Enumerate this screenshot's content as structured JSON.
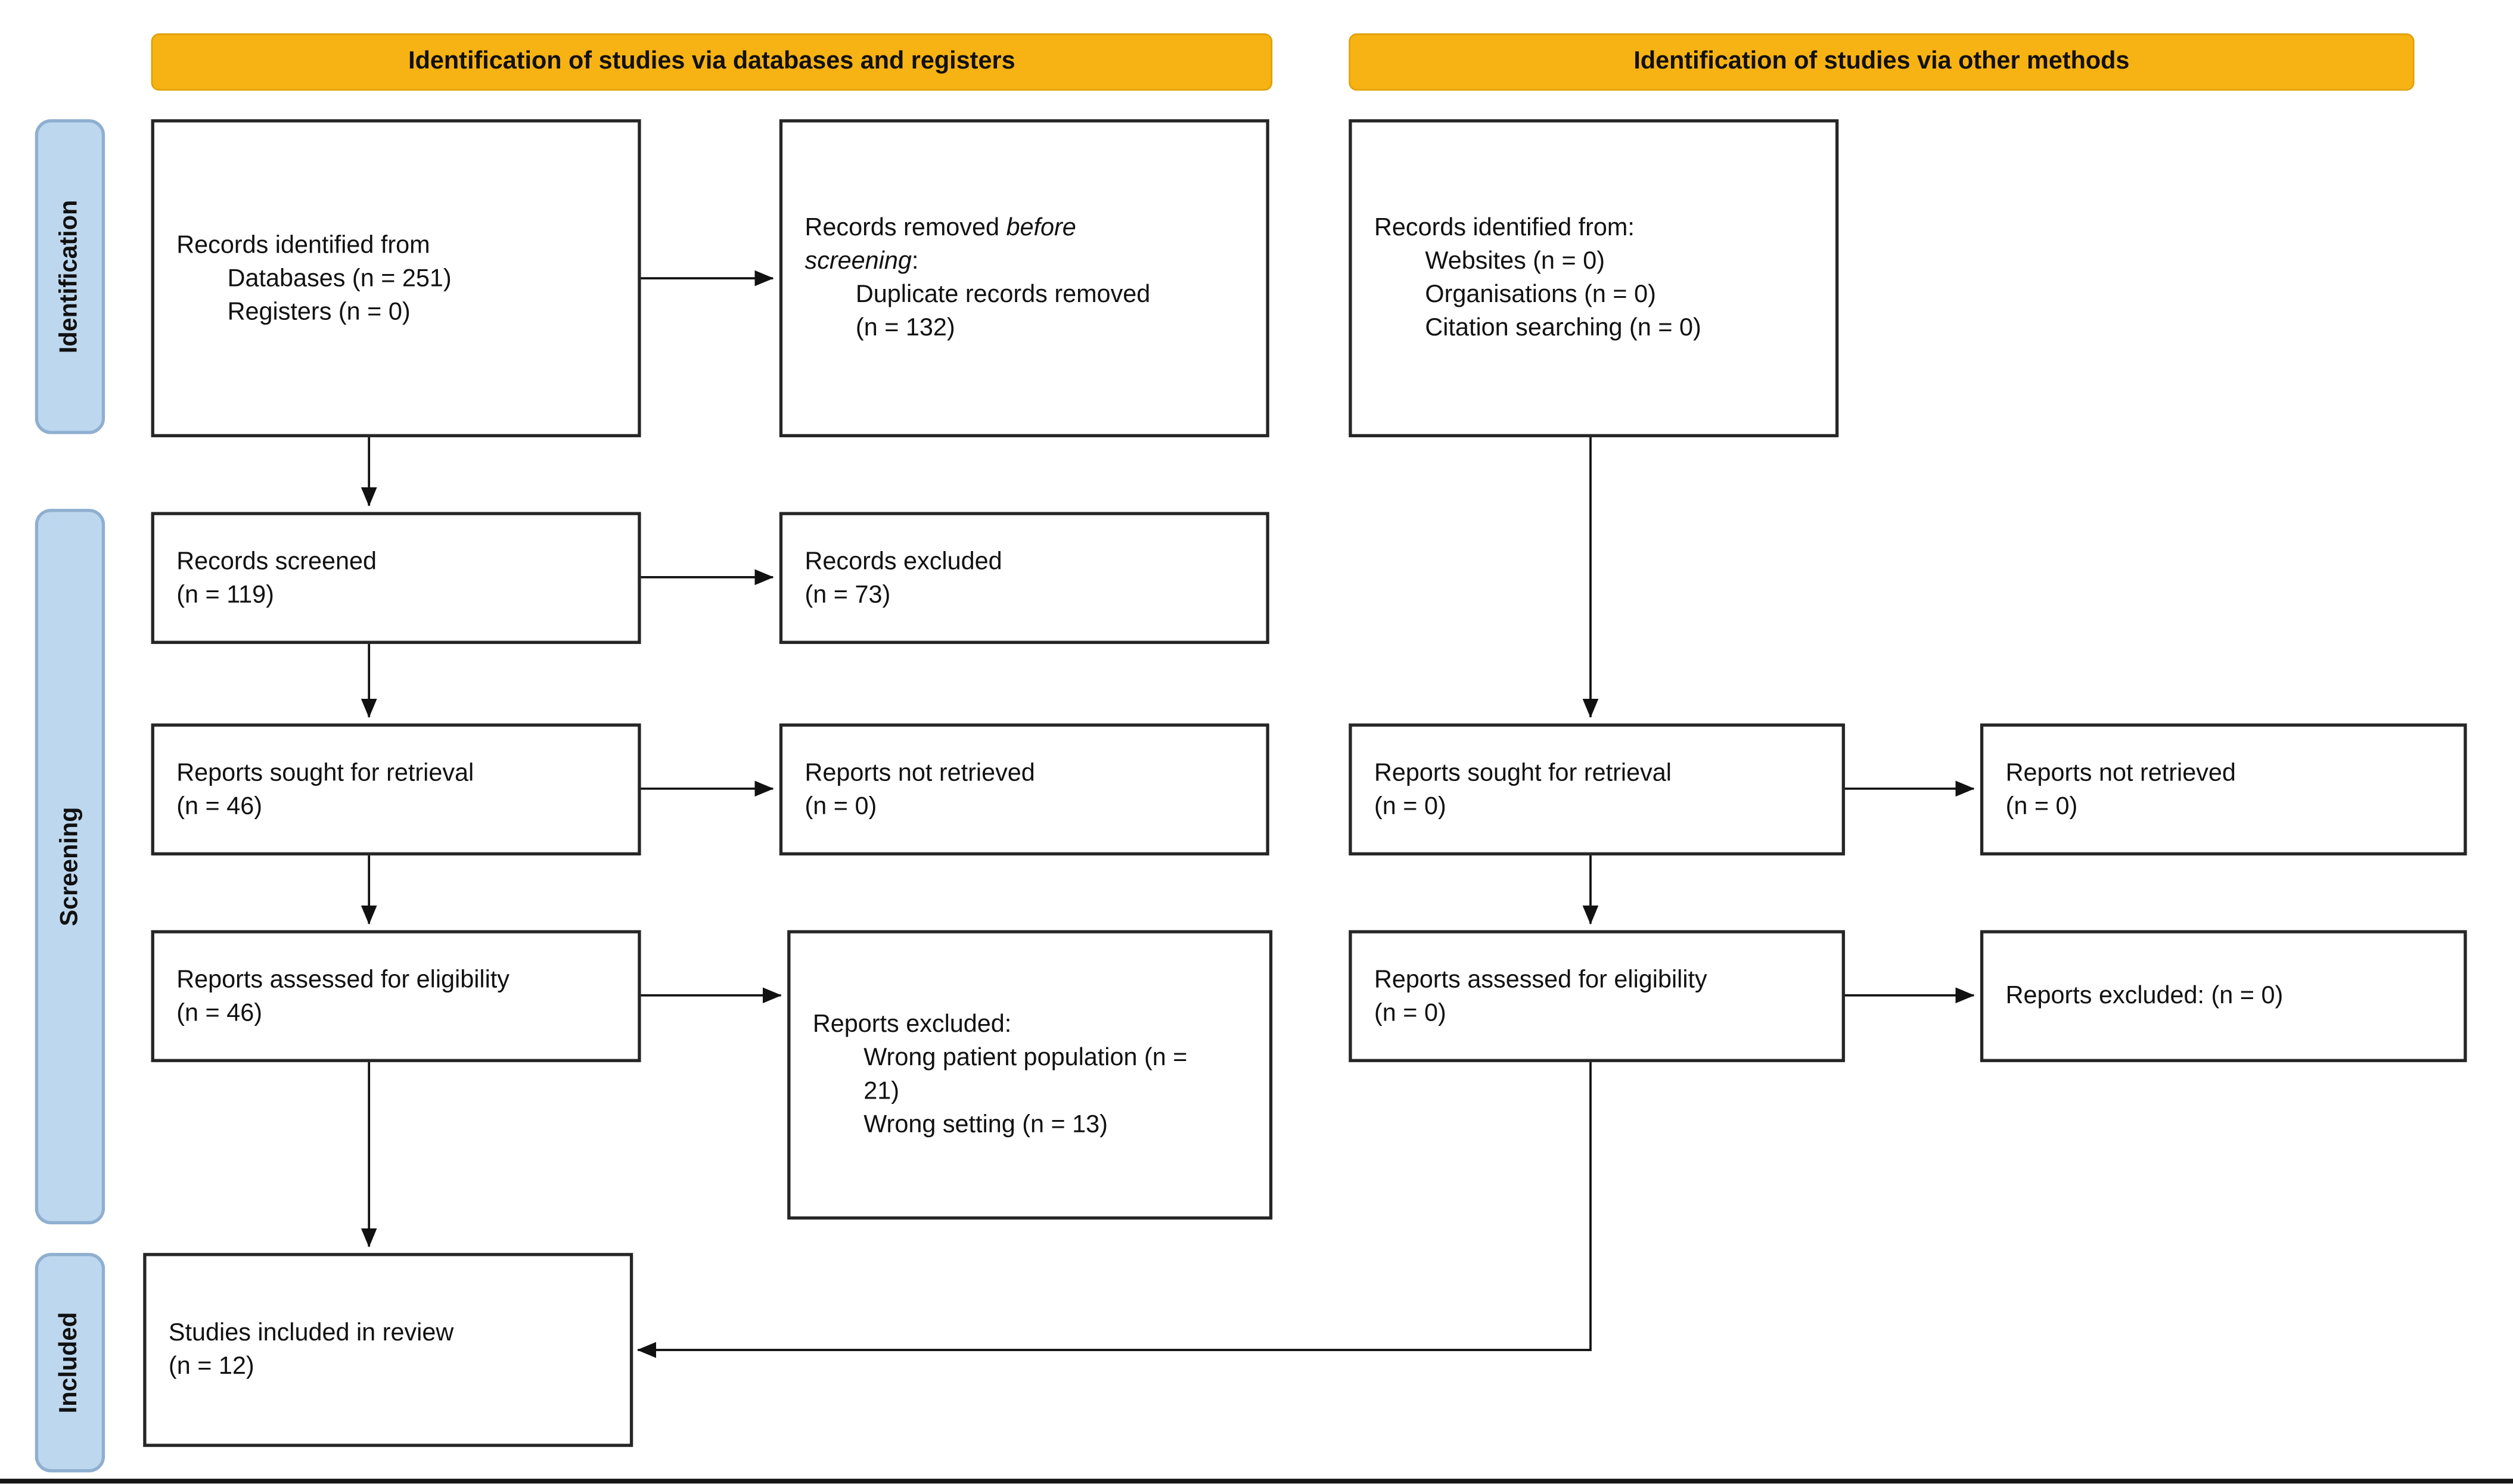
{
  "headers": {
    "databases": "Identification of studies via databases and registers",
    "other": "Identification of studies via other methods"
  },
  "stages": {
    "identification": "Identification",
    "screening": "Screening",
    "included": "Included"
  },
  "colors": {
    "banner_bg": "#F7B213",
    "stage_fill": "#BDD7EE",
    "stage_border": "#8FAFD0",
    "box_border": "#262626",
    "arrow": "#111111"
  },
  "boxes": {
    "records_identified_db": {
      "title": "Records identified from",
      "items": [
        "Databases (n = 251)",
        "Registers (n = 0)"
      ]
    },
    "records_removed": {
      "line1_text": "Records removed",
      "line1_italic": "before",
      "line2_italic": "screening",
      "line2_text": ":",
      "items": [
        "Duplicate records removed",
        "(n = 132)"
      ]
    },
    "records_screened": {
      "line1": "Records screened",
      "line2": "(n = 119)"
    },
    "records_excluded": {
      "line1": "Records excluded",
      "line2": "(n = 73)"
    },
    "reports_sought_db": {
      "line1": "Reports sought for retrieval",
      "line2": "(n = 46)"
    },
    "reports_not_retrieved_db": {
      "line1": "Reports not retrieved",
      "line2": "(n = 0)"
    },
    "reports_assessed_db": {
      "line1": "Reports assessed for eligibility",
      "line2": "(n = 46)"
    },
    "reports_excluded_db": {
      "title": "Reports excluded:",
      "items": [
        "Wrong patient population (n = 21)",
        "Wrong setting (n = 13)"
      ]
    },
    "studies_included": {
      "line1": "Studies included in review",
      "line2": "(n = 12)"
    },
    "records_identified_other": {
      "title": "Records identified from:",
      "items": [
        "Websites (n = 0)",
        "Organisations (n = 0)",
        "Citation searching (n = 0)"
      ]
    },
    "reports_sought_other": {
      "line1": "Reports sought for retrieval",
      "line2": "(n = 0)"
    },
    "reports_not_retrieved_other": {
      "line1": "Reports not retrieved",
      "line2": "(n = 0)"
    },
    "reports_assessed_other": {
      "line1": "Reports assessed for eligibility",
      "line2": "(n = 0)"
    },
    "reports_excluded_other": {
      "line": "Reports excluded: (n = 0)"
    }
  }
}
